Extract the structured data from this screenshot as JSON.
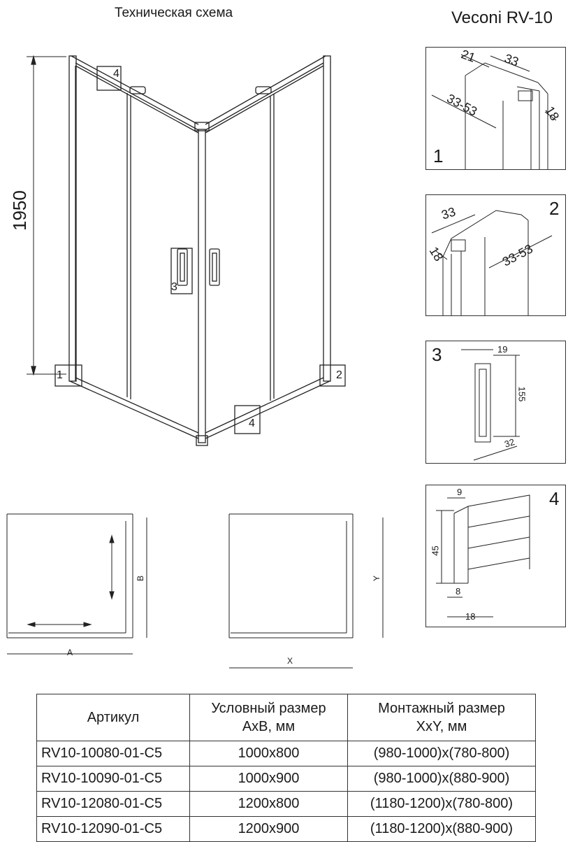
{
  "header": {
    "title": "Техническая схема",
    "model": "Veconi RV-10"
  },
  "main_view": {
    "height_dimension": "1950",
    "callouts": [
      "1",
      "2",
      "3",
      "4",
      "4"
    ]
  },
  "details": [
    {
      "number": "1",
      "dims": [
        "21",
        "33",
        "33-53",
        "18"
      ]
    },
    {
      "number": "2",
      "dims": [
        "33",
        "18",
        "33-53"
      ]
    },
    {
      "number": "3",
      "dims": [
        "19",
        "155",
        "32"
      ]
    },
    {
      "number": "4",
      "dims": [
        "9",
        "45",
        "8",
        "18"
      ]
    }
  ],
  "plan_views": {
    "left": {
      "width_label": "A",
      "depth_label": "B"
    },
    "right": {
      "width_label": "X",
      "depth_label": "Y"
    }
  },
  "spec_table": {
    "headers": [
      "Артикул",
      "Условный размер",
      "АхВ, мм",
      "Монтажный размер",
      "ХхY,  мм"
    ],
    "rows": [
      [
        "RV10-10080-01-C5",
        "1000х800",
        "(980-1000)х(780-800)"
      ],
      [
        "RV10-10090-01-C5",
        "1000х900",
        "(980-1000)х(880-900)"
      ],
      [
        "RV10-12080-01-C5",
        "1200х800",
        "(1180-1200)х(780-800)"
      ],
      [
        "RV10-12090-01-C5",
        "1200х900",
        "(1180-1200)х(880-900)"
      ]
    ]
  }
}
